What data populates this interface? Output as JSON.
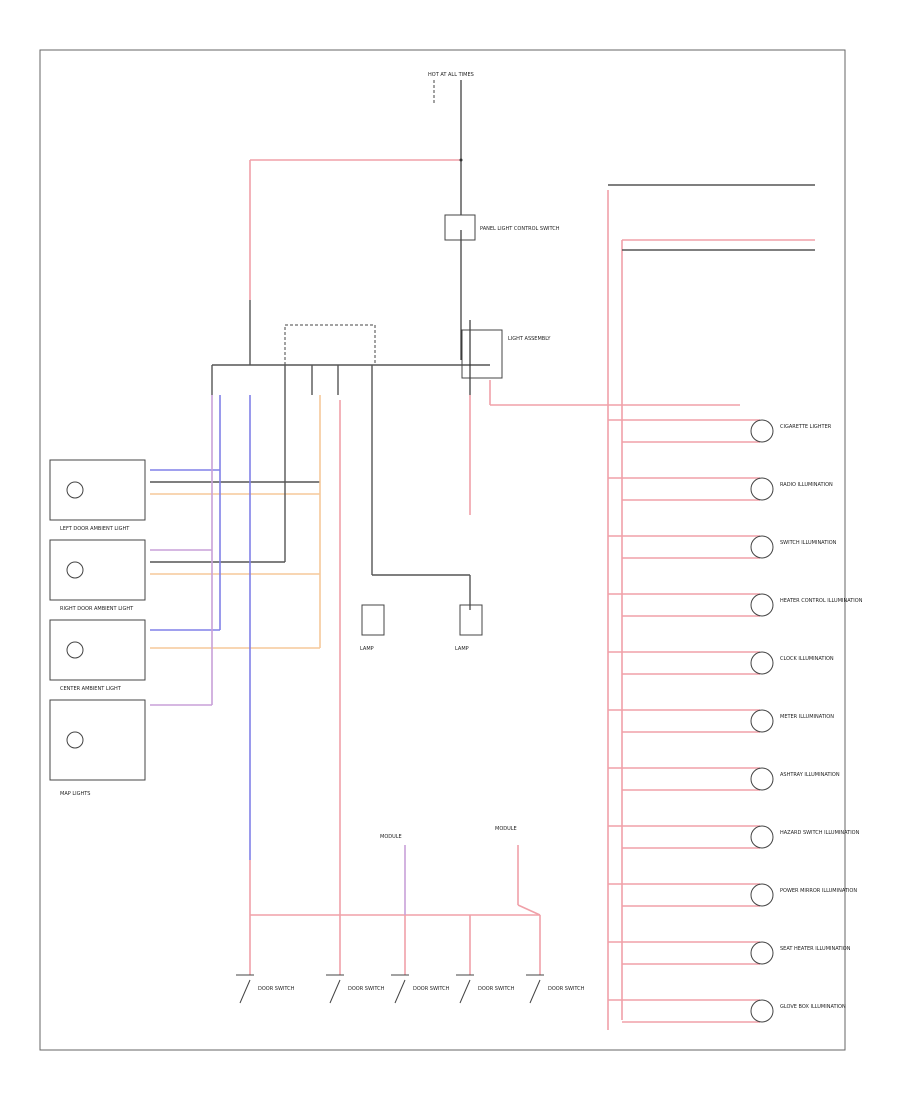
{
  "diagram": {
    "footer_code": "",
    "labels": {
      "hot_at_all_times": "HOT AT ALL TIMES",
      "lh_door_ambient": "LEFT DOOR AMBIENT LIGHT",
      "rh_door_ambient": "RIGHT DOOR AMBIENT LIGHT",
      "center_ambient": "CENTER AMBIENT LIGHT",
      "map_lights": "MAP LIGHTS",
      "panel_light_control": "PANEL LIGHT CONTROL SWITCH",
      "light_assembly": "LIGHT ASSEMBLY",
      "lamp_a": "LAMP",
      "lamp_b": "LAMP",
      "module_a": "MODULE",
      "module_b": "MODULE"
    },
    "right_components": [
      "CIGARETTE LIGHTER",
      "RADIO ILLUMINATION",
      "SWITCH ILLUMINATION",
      "HEATER CONTROL ILLUMINATION",
      "CLOCK ILLUMINATION",
      "METER ILLUMINATION",
      "ASHTRAY ILLUMINATION",
      "HAZARD SWITCH ILLUMINATION",
      "POWER MIRROR ILLUMINATION",
      "SEAT HEATER ILLUMINATION",
      "GLOVE BOX ILLUMINATION"
    ],
    "bottom_switches": [
      "DOOR SWITCH",
      "DOOR SWITCH",
      "DOOR SWITCH",
      "DOOR SWITCH",
      "DOOR SWITCH"
    ],
    "colors": {
      "red_wire": "#f0a0a8",
      "gray_wire": "#555555",
      "blue_wire": "#8080e8",
      "orange_wire": "#f5c89a",
      "purple_wire": "#c8a0d8"
    }
  }
}
